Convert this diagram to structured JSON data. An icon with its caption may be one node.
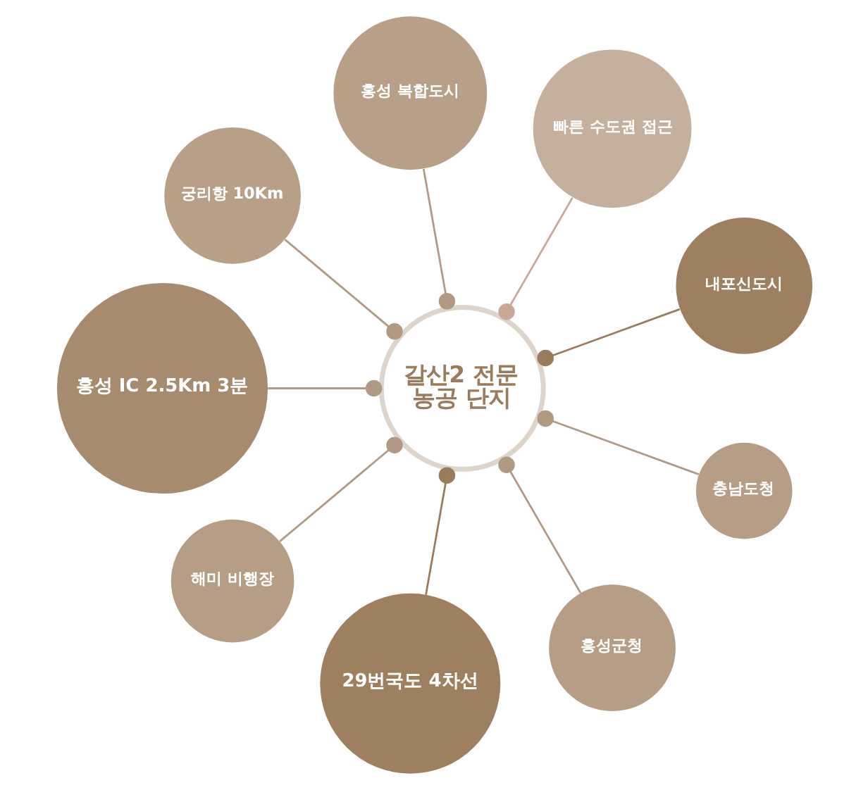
{
  "diagram": {
    "nodes": [
      {
        "text": [
          "홍성 복합도시"
        ]
      },
      {
        "text": [
          "빠른 수도권 접근"
        ]
      },
      {
        "text": [
          "궁리항 10Km"
        ]
      },
      {
        "text": [
          "내포신도시"
        ]
      },
      {
        "text": [
          "홍성 IC 2.5Km 3분"
        ]
      },
      {
        "text": [
          "갈산2 전문 농공 단지"
        ]
      },
      {
        "text": [
          "충남도청"
        ]
      },
      {
        "text": [
          "해미 비행장"
        ]
      },
      {
        "text": [
          "홍성군청"
        ]
      },
      {
        "text": [
          "29번국도 4차선"
        ]
      }
    ],
    "edges": [
      {
        "from": 5,
        "to": 4,
        "arrow": "other"
      },
      {
        "from": 5,
        "to": 2,
        "arrow": "other"
      },
      {
        "from": 5,
        "to": 0,
        "arrow": "other"
      },
      {
        "from": 5,
        "to": 1,
        "arrow": "other",
        "color": "#c9a898"
      },
      {
        "from": 5,
        "to": 3,
        "arrow": "other",
        "color": "#9a7b5c"
      },
      {
        "from": 5,
        "to": 6,
        "arrow": "other"
      },
      {
        "from": 5,
        "to": 8,
        "arrow": "other"
      },
      {
        "from": 5,
        "to": 9,
        "arrow": "other",
        "color": "#9a7b5c"
      },
      {
        "from": 5,
        "to": 7,
        "arrow": "other"
      }
    ]
  }
}
